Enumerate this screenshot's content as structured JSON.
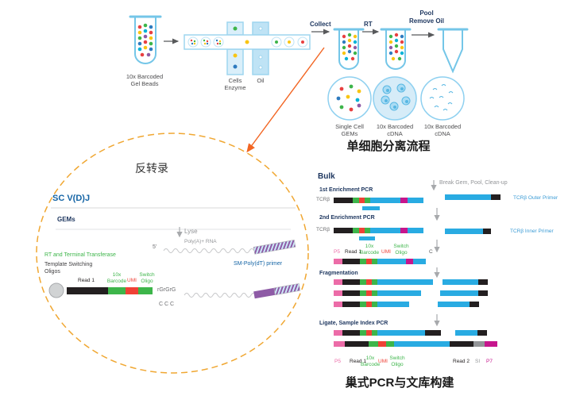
{
  "top_flow": {
    "gel_beads_label": "10x Barcoded\nGel Beads",
    "cells_label": "Cells\nEnzyme",
    "oil_label": "Oil",
    "collect_label": "Collect",
    "rt_label": "RT",
    "pool_label": "Pool\nRemove Oil",
    "gems_circle_label": "Single Cell\nGEMs",
    "cdna1_label": "10x Barcoded\ncDNA",
    "cdna2_label": "10x Barcoded\ncDNA",
    "section_title": "单细胞分离流程"
  },
  "inset": {
    "title": "反转录",
    "assay": "SC V(D)J",
    "gems": "GEMs",
    "lyse": "Lyse",
    "five_prime": "5'",
    "polya_rna": "Poly(A)+ RNA",
    "rt_enzyme": "RT and Terminal Transferase",
    "tso": "Template Switching\nOligos",
    "labels": [
      {
        "t": "Read 1",
        "c": "#231f20"
      },
      {
        "t": "10x\nBarcode",
        "c": "#3db54a"
      },
      {
        "t": "UMI",
        "c": "#ef4136"
      },
      {
        "t": "Switch\nOligo",
        "c": "#3db54a"
      }
    ],
    "rgrgrg": "rGrGrG",
    "ccc": "C C C",
    "sm_polydt": "SM-Poly(dT) primer"
  },
  "library": {
    "bulk": "Bulk",
    "step1": "1st Enrichment PCR",
    "step2": "2nd Enrichment PCR",
    "step3": "Fragmentation",
    "step4": "Ligate, Sample Index PCR",
    "tcrb": "TCRβ",
    "break_gem": "Break Gem, Pool, Clean-up",
    "outer_primer": "TCRβ Outer Primer",
    "inner_primer": "TCRβ Inner Primer",
    "mid_labels": [
      {
        "t": "P5",
        "c": "#ec6ca8"
      },
      {
        "t": "Read 1",
        "c": "#231f20"
      },
      {
        "t": "10x\nBarcode",
        "c": "#3db54a"
      },
      {
        "t": "UMI",
        "c": "#ef4136"
      },
      {
        "t": "Switch\nOligo",
        "c": "#3db54a"
      },
      {
        "t": "C",
        "c": "#58595b"
      }
    ],
    "bottom_labels": [
      {
        "t": "P5",
        "c": "#ec6ca8"
      },
      {
        "t": "Read 1",
        "c": "#231f20"
      },
      {
        "t": "10x\nBarcode",
        "c": "#3db54a"
      },
      {
        "t": "UMI",
        "c": "#ef4136"
      },
      {
        "t": "Switch\nOligo",
        "c": "#3db54a"
      },
      {
        "t": "Read 2",
        "c": "#231f20"
      },
      {
        "t": "SI",
        "c": "#939598"
      },
      {
        "t": "P7",
        "c": "#c6168d"
      }
    ],
    "section_title": "巢式PCR与文库构建"
  },
  "bars": {
    "inset_construct": [
      [
        "#231f20",
        52
      ],
      [
        "#3db54a",
        22
      ],
      [
        "#ef4136",
        16
      ],
      [
        "#3db54a",
        18
      ]
    ],
    "enr1": [
      [
        "#231f20",
        24
      ],
      [
        "#3db54a",
        8
      ],
      [
        "#ef4136",
        7
      ],
      [
        "#3db54a",
        7
      ],
      [
        "#29abe2",
        38
      ],
      [
        "#c6168d",
        9
      ],
      [
        "#29abe2",
        20
      ]
    ],
    "enr1_primer": [
      [
        "#29abe2",
        22
      ]
    ],
    "outer": [
      [
        "#29abe2",
        58
      ],
      [
        "#231f20",
        12
      ]
    ],
    "enr2": [
      [
        "#231f20",
        24
      ],
      [
        "#3db54a",
        8
      ],
      [
        "#ef4136",
        7
      ],
      [
        "#3db54a",
        7
      ],
      [
        "#29abe2",
        38
      ],
      [
        "#c6168d",
        9
      ],
      [
        "#29abe2",
        20
      ]
    ],
    "enr2_primer": [
      [
        "#29abe2",
        20
      ]
    ],
    "inner": [
      [
        "#29abe2",
        48
      ],
      [
        "#231f20",
        10
      ]
    ],
    "mid": [
      [
        "#ec6ca8",
        11
      ],
      [
        "#231f20",
        22
      ],
      [
        "#3db54a",
        8
      ],
      [
        "#ef4136",
        7
      ],
      [
        "#3db54a",
        7
      ],
      [
        "#29abe2",
        36
      ],
      [
        "#c6168d",
        9
      ],
      [
        "#29abe2",
        16
      ]
    ],
    "frag1": [
      [
        "#ec6ca8",
        11
      ],
      [
        "#231f20",
        22
      ],
      [
        "#3db54a",
        8
      ],
      [
        "#ef4136",
        7
      ],
      [
        "#3db54a",
        7
      ],
      [
        "#29abe2",
        70
      ],
      [
        "transparent",
        12
      ],
      [
        "#29abe2",
        45
      ],
      [
        "#231f20",
        12
      ]
    ],
    "frag2": [
      [
        "#ec6ca8",
        11
      ],
      [
        "#231f20",
        22
      ],
      [
        "#3db54a",
        8
      ],
      [
        "#ef4136",
        7
      ],
      [
        "#3db54a",
        7
      ],
      [
        "#29abe2",
        55
      ],
      [
        "transparent",
        24
      ],
      [
        "#29abe2",
        48
      ],
      [
        "#231f20",
        12
      ]
    ],
    "frag3": [
      [
        "#ec6ca8",
        11
      ],
      [
        "#231f20",
        22
      ],
      [
        "#3db54a",
        8
      ],
      [
        "#ef4136",
        7
      ],
      [
        "#3db54a",
        7
      ],
      [
        "#29abe2",
        40
      ],
      [
        "transparent",
        36
      ],
      [
        "#29abe2",
        40
      ],
      [
        "#231f20",
        12
      ]
    ],
    "lig1": [
      [
        "#ec6ca8",
        11
      ],
      [
        "#231f20",
        22
      ],
      [
        "#3db54a",
        8
      ],
      [
        "#ef4136",
        7
      ],
      [
        "#3db54a",
        7
      ],
      [
        "#29abe2",
        60
      ],
      [
        "#231f20",
        20
      ],
      [
        "transparent",
        18
      ],
      [
        "#29abe2",
        28
      ],
      [
        "#231f20",
        12
      ]
    ],
    "lig2": [
      [
        "#ec6ca8",
        14
      ],
      [
        "#231f20",
        30
      ],
      [
        "#3db54a",
        12
      ],
      [
        "#ef4136",
        10
      ],
      [
        "#3db54a",
        10
      ],
      [
        "#29abe2",
        70
      ],
      [
        "#231f20",
        30
      ],
      [
        "#939598",
        14
      ],
      [
        "#c6168d",
        16
      ]
    ]
  },
  "colors": {
    "accent_orange": "#f26522",
    "dashed_circle": "#f0a732",
    "cdna_blue": "#29abe2"
  }
}
